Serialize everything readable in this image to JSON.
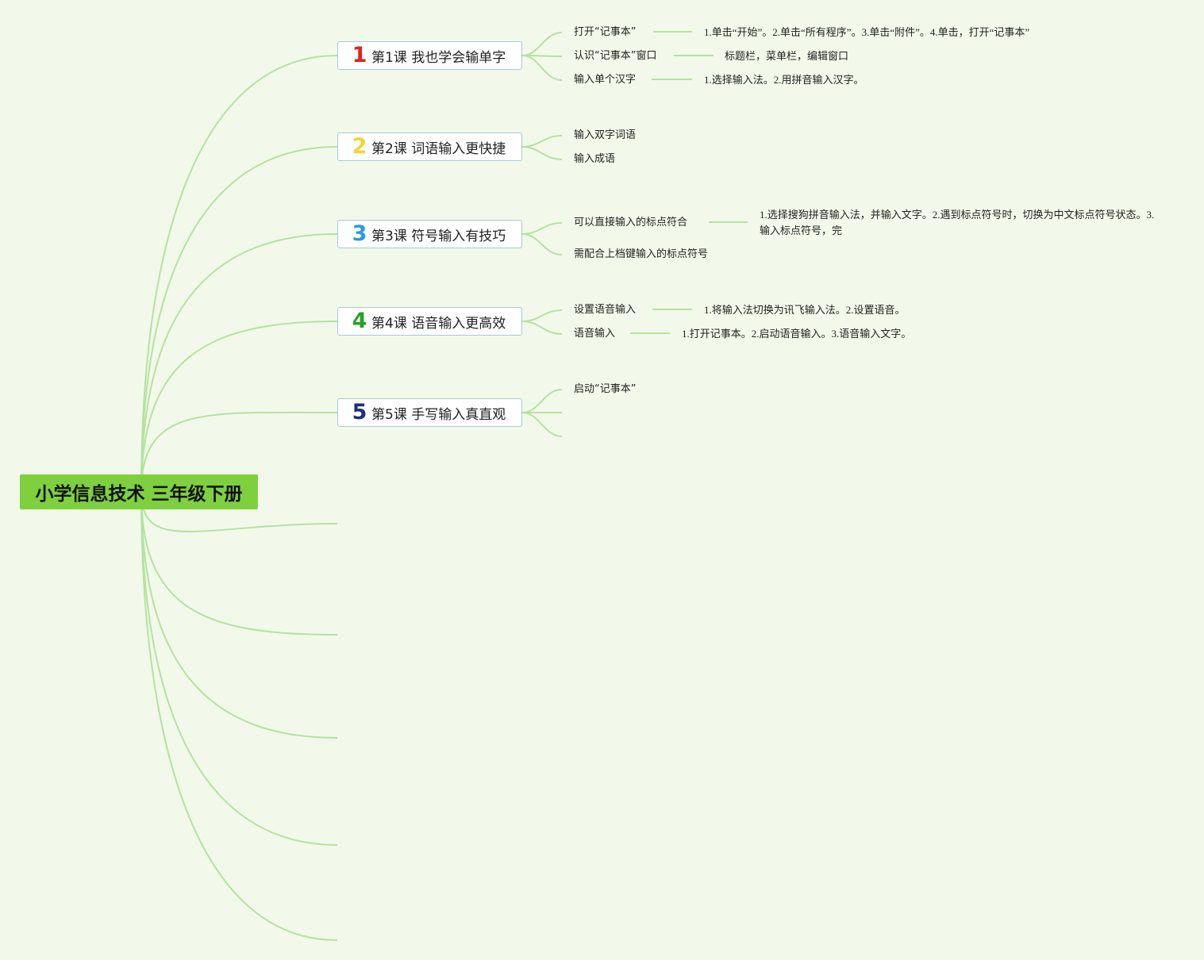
{
  "root": {
    "title": "小学信息技术 三年级下册"
  },
  "lessons": [
    {
      "number": "1",
      "number_color": "#e2231a",
      "label": "第1课 我也学会输单字",
      "topics": [
        {
          "label": "打开“记事本”",
          "detail": "1.单击“开始”。2.单击“所有程序”。3.单击“附件”。4.单击，打开“记事本”"
        },
        {
          "label": "认识“记事本”窗口",
          "detail": "标题栏，菜单栏，编辑窗口"
        },
        {
          "label": "输入单个汉字",
          "detail": "1.选择输入法。2.用拼音输入汉字。"
        }
      ]
    },
    {
      "number": "2",
      "number_color": "#f2d33a",
      "label": "第2课 词语输入更快捷",
      "topics": [
        {
          "label": "输入双字词语"
        },
        {
          "label": "输入成语"
        }
      ]
    },
    {
      "number": "3",
      "number_color": "#2a9be0",
      "label": "第3课 符号输入有技巧",
      "topics": [
        {
          "label": "可以直接输入的标点符合",
          "detail": "1.选择搜狗拼音输入法，并输入文字。2.遇到标点符号时，切换为中文标点符号状态。3.输入标点符号，完"
        },
        {
          "label": "需配合上档键输入的标点符号"
        }
      ]
    },
    {
      "number": "4",
      "number_color": "#27a12b",
      "label": "第4课 语音输入更高效",
      "topics": [
        {
          "label": "设置语音输入",
          "detail": "1.将输入法切换为讯飞输入法。2.设置语音。"
        },
        {
          "label": "语音输入",
          "detail": "1.打开记事本。2.启动语音输入。3.语音输入文字。"
        }
      ]
    },
    {
      "number": "5",
      "number_color": "#1d2e7a",
      "label": "第5课 手写输入真直观",
      "topics": [
        {
          "label": "启动“记事本”"
        }
      ]
    }
  ],
  "colors": {
    "background": "#f2f9ea",
    "root_fill": "#7ed03f",
    "connector": "#b5e2a0"
  }
}
